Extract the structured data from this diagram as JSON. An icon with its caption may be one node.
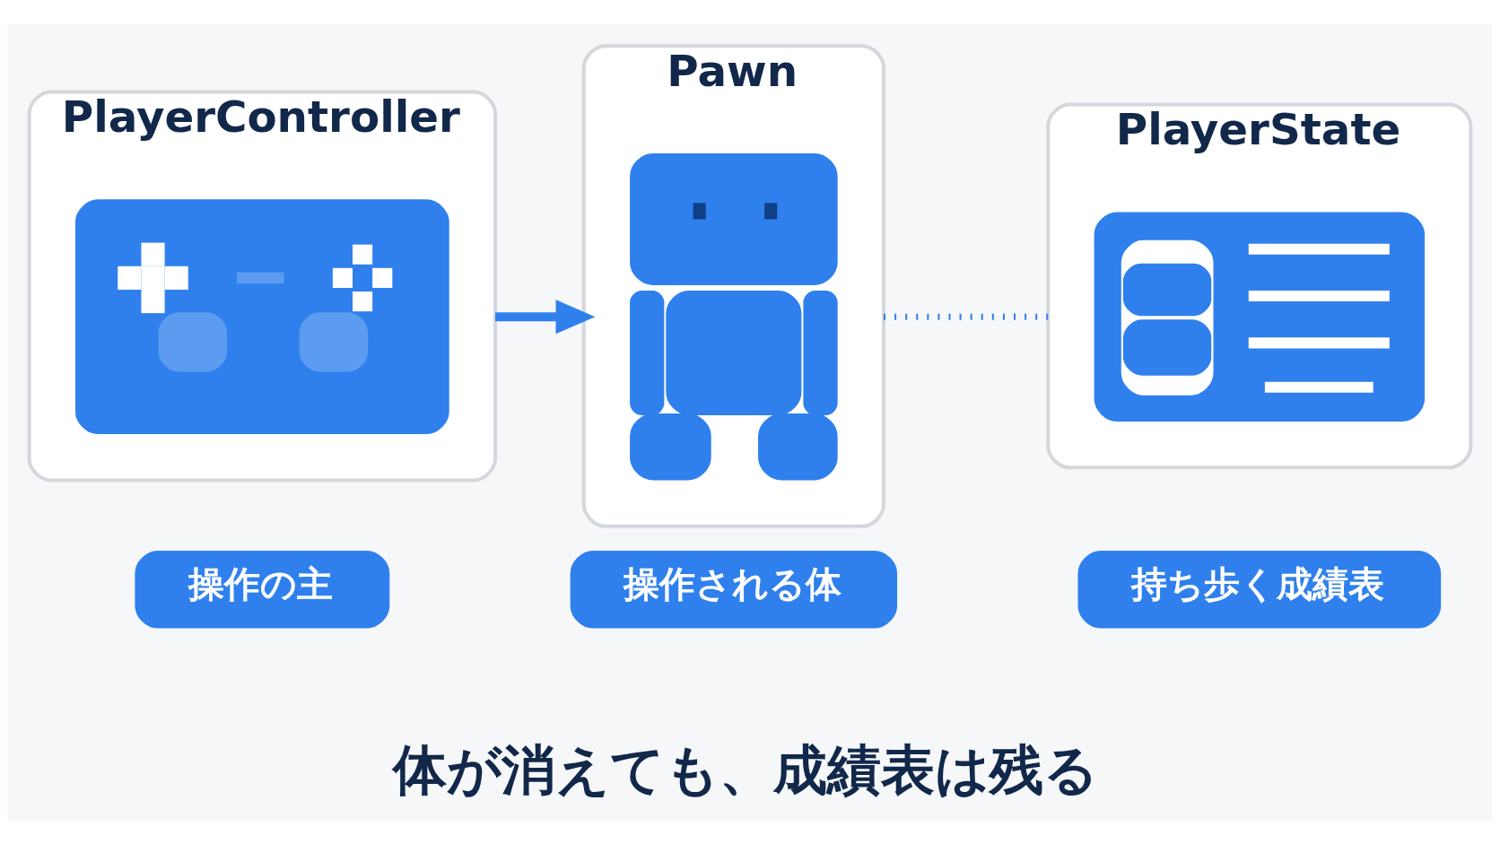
{
  "diagram": {
    "caption": "体が消えても、成績表は残る",
    "nodes": [
      {
        "text": [
          "PlayerController"
        ]
      },
      {
        "text": [],
        "shape": "picture",
        "in": 0
      },
      {
        "text": [
          "Pawn"
        ]
      },
      {
        "text": [],
        "shape": "picture",
        "in": 2
      },
      {
        "text": [
          "PlayerState"
        ]
      },
      {
        "text": [],
        "shape": "picture",
        "in": 4
      },
      {
        "text": [
          "操作の主"
        ]
      },
      {
        "text": [
          "操作される体"
        ]
      },
      {
        "text": [
          "持ち歩く成績表"
        ]
      }
    ],
    "edges": [
      {
        "from": 0,
        "to": 2,
        "arrow": "to"
      },
      {
        "from": 2,
        "to": 4,
        "arrow": "none",
        "style": "dashed"
      }
    ]
  }
}
